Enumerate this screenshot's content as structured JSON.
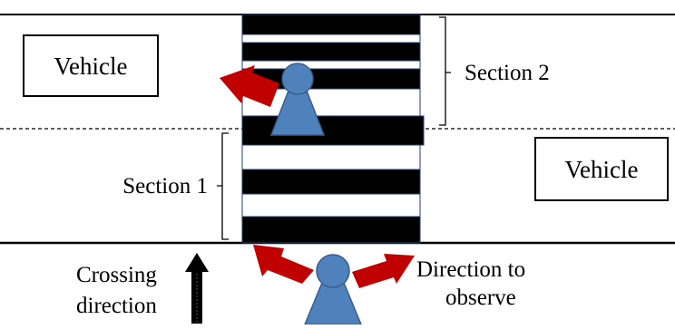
{
  "labels": {
    "vehicle_left": "Vehicle",
    "vehicle_right": "Vehicle",
    "section_1": "Section 1",
    "section_2": "Section 2",
    "crossing_line_1": "Crossing",
    "crossing_line_2": "direction",
    "observe_line_1": "Direction to",
    "observe_line_2": "observe"
  },
  "colors": {
    "stripe": "#000000",
    "stripe_edge": "#1f3f73",
    "pedestrian": "#4f81bd",
    "pedestrian_edge": "#385d8a",
    "arrow": "#c00000",
    "line": "#000000"
  }
}
